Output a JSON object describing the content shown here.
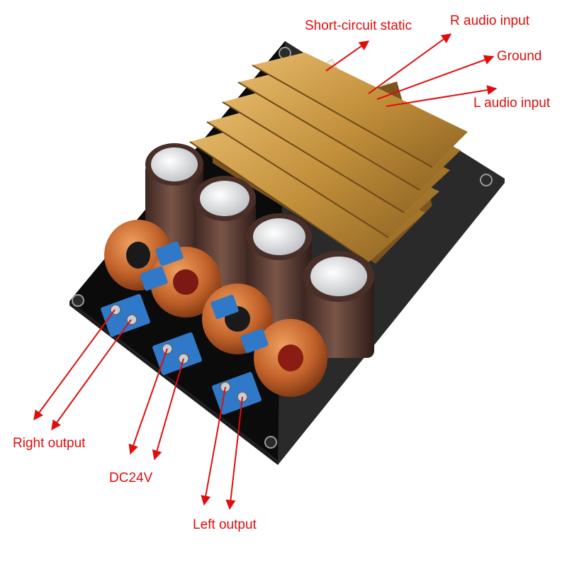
{
  "labels": {
    "short_circuit": "Short-circuit static",
    "r_audio_input": "R audio input",
    "ground": "Ground",
    "l_audio_input": "L audio input",
    "right_output": "Right output",
    "dc24v": "DC24V",
    "left_output": "Left output"
  },
  "colors": {
    "callout_text": "#e00d0d",
    "arrow": "#e00d0d",
    "pcb": "#111111",
    "heatsink": "#c9973f",
    "terminal": "#2f79c8",
    "coil_copper": "#c8682a",
    "capacitor_body": "#5a3a30"
  }
}
